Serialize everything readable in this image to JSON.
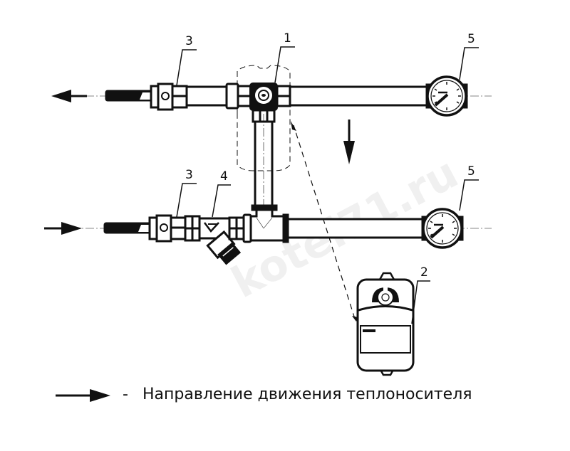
{
  "diagram": {
    "callouts": [
      {
        "id": "1",
        "label": "1",
        "component": "three-way-mixing-valve"
      },
      {
        "id": "2",
        "label": "2",
        "component": "valve-actuator"
      },
      {
        "id": "3a",
        "label": "3",
        "component": "ball-valve-supply"
      },
      {
        "id": "3b",
        "label": "3",
        "component": "ball-valve-return"
      },
      {
        "id": "4",
        "label": "4",
        "component": "y-strainer"
      },
      {
        "id": "5a",
        "label": "5",
        "component": "thermometer-supply"
      },
      {
        "id": "5b",
        "label": "5",
        "component": "thermometer-return"
      }
    ],
    "watermark": "kotel71.ru",
    "colors": {
      "line": "#111111",
      "background": "#ffffff",
      "watermark": "#eeeeee"
    }
  },
  "legend": {
    "dash": "-",
    "text": "Направление движения теплоносителя"
  }
}
